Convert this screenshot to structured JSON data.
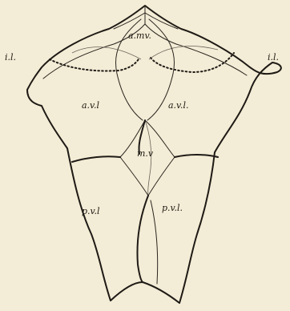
{
  "labels": {
    "il_left": "i.l.",
    "il_right": "i.l.",
    "amv": "a.mv.",
    "avl_left": "a.v.l",
    "avl_right": "a.v.l.",
    "mv": "m.v",
    "pvl_left": "p.v.l",
    "pvl_right": "p.v.l."
  }
}
